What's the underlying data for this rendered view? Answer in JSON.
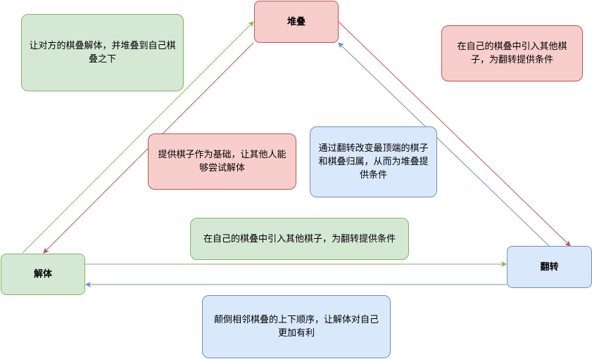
{
  "nodes": {
    "stack": "堆叠",
    "dissolve": "解体",
    "flip": "翻转"
  },
  "notes": {
    "green_top_left": "让对方的棋叠解体，并堆叠到自己棋叠之下",
    "red_top_right": "在自己的棋叠中引入其他棋子，为翻转提供条件",
    "red_middle": "提供棋子作为基础，让其他人能够尝试解体",
    "blue_middle": "通过翻转改变最顶端的棋子和棋叠归属，从而为堆叠提供条件",
    "green_bottom": "在自己的棋叠中引入其他棋子，为翻转提供条件",
    "blue_bottom": "颠倒相邻棋叠的上下顺序，让解体对自己更加有利"
  },
  "colors": {
    "red_fill": "#f8cecc",
    "red_stroke": "#b85450",
    "green_fill": "#d5e8d4",
    "green_stroke": "#82b366",
    "blue_fill": "#dae8fc",
    "blue_stroke": "#6c8ebf"
  }
}
